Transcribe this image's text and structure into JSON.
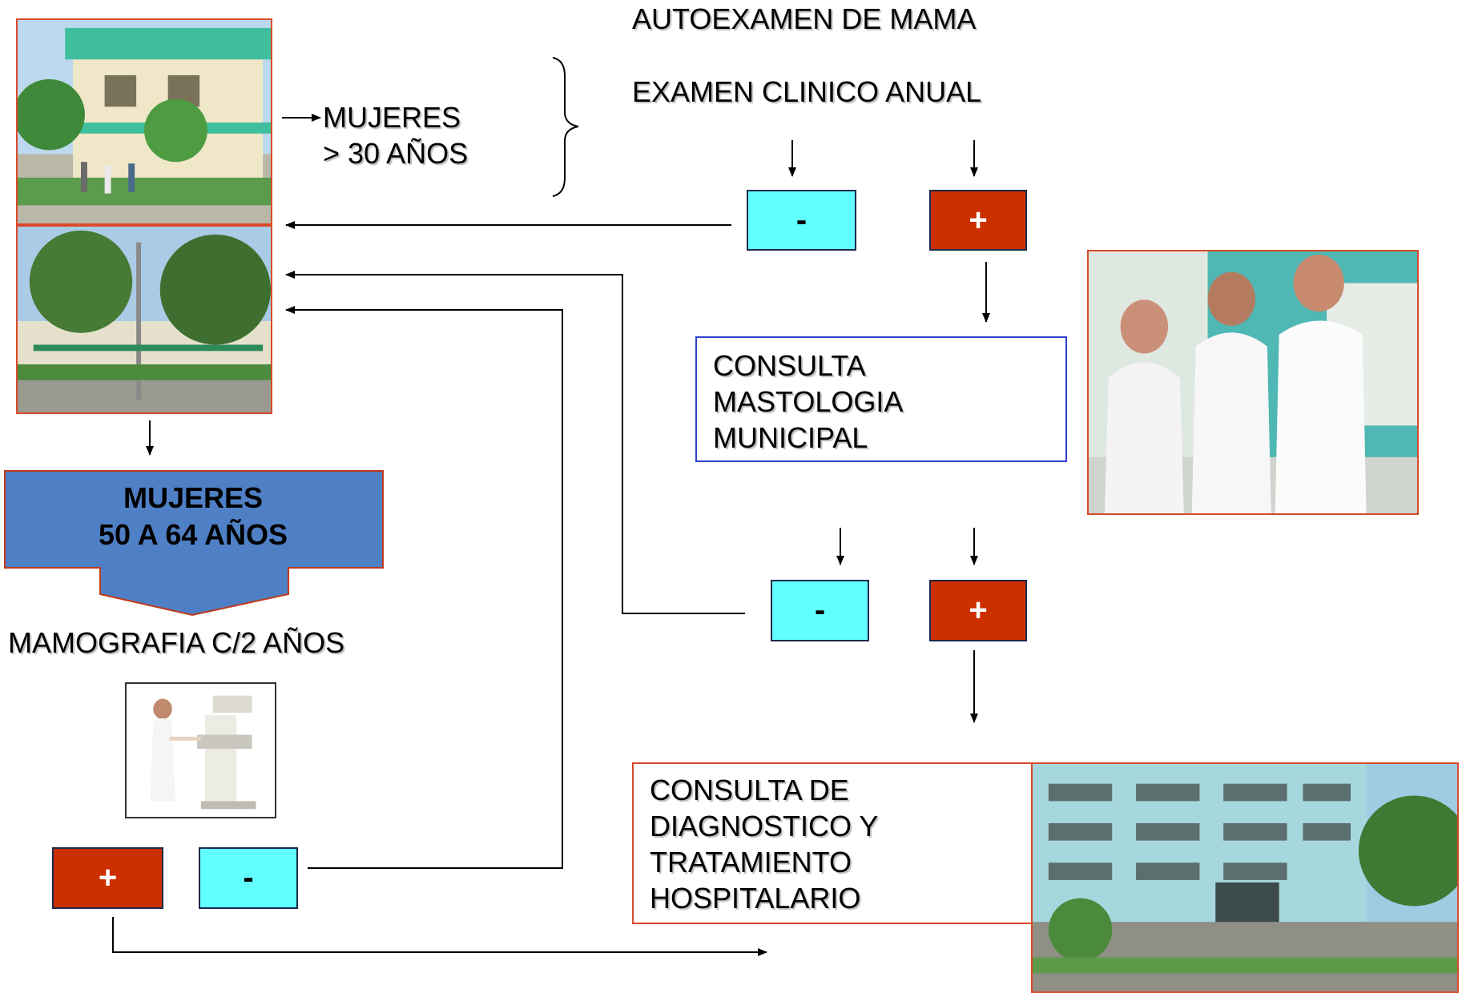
{
  "top_labels": {
    "autoexamen": "AUTOEXAMEN DE MAMA",
    "examen_clinico": "EXAMEN CLINICO ANUAL"
  },
  "women_over_30": {
    "line1": "MUJERES",
    "line2": "> 30 AÑOS"
  },
  "women_50_64": {
    "line1": "MUJERES",
    "line2": "50 A 64 AÑOS"
  },
  "mamografia": "MAMOGRAFIA C/2 AÑOS",
  "results": {
    "negative": "-",
    "positive": "+"
  },
  "consulta_mastologia": [
    "CONSULTA",
    "MASTOLOGIA",
    "MUNICIPAL"
  ],
  "consulta_hospital": [
    "CONSULTA DE",
    "DIAGNOSTICO Y",
    "TRATAMIENTO",
    "HOSPITALARIO"
  ],
  "colors": {
    "negative_fill": "#62ffff",
    "positive_fill": "#cc3000",
    "group_arrow_fill": "#4f7fc4",
    "photo_border": "#d94a2a",
    "mastologia_border": "#2e3fd0"
  }
}
